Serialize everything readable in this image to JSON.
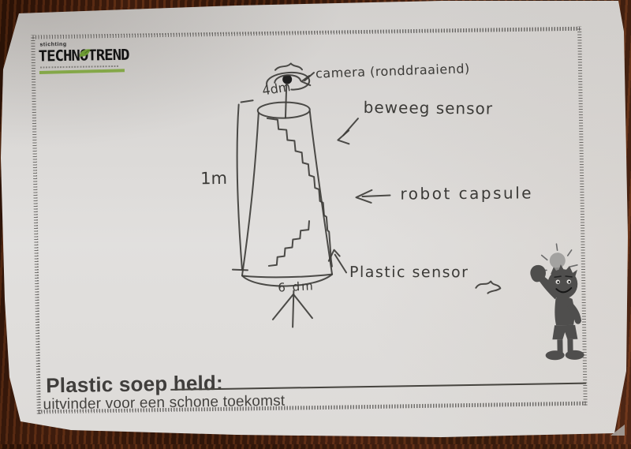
{
  "logo": {
    "prefix": "stichting",
    "name": "TECHNOTREND"
  },
  "sketch": {
    "labels": {
      "camera": "camera (ronddraaiend)",
      "motion_sensor": "beweeg sensor",
      "capsule": "robot capsule",
      "plastic_sensor": "Plastic sensor",
      "height": "1m",
      "top_width": "4dm",
      "bottom_width": "6 dm"
    }
  },
  "footer": {
    "title": "Plastic soep held:",
    "subtitle": "uitvinder voor een schone toekomst"
  },
  "colors": {
    "paper": "#dedcda",
    "pencil_ink": "#3e3d3a",
    "wood_table": "#47220f",
    "logo_green": "#84a748",
    "mascot_gray": "#4f4e4d"
  }
}
